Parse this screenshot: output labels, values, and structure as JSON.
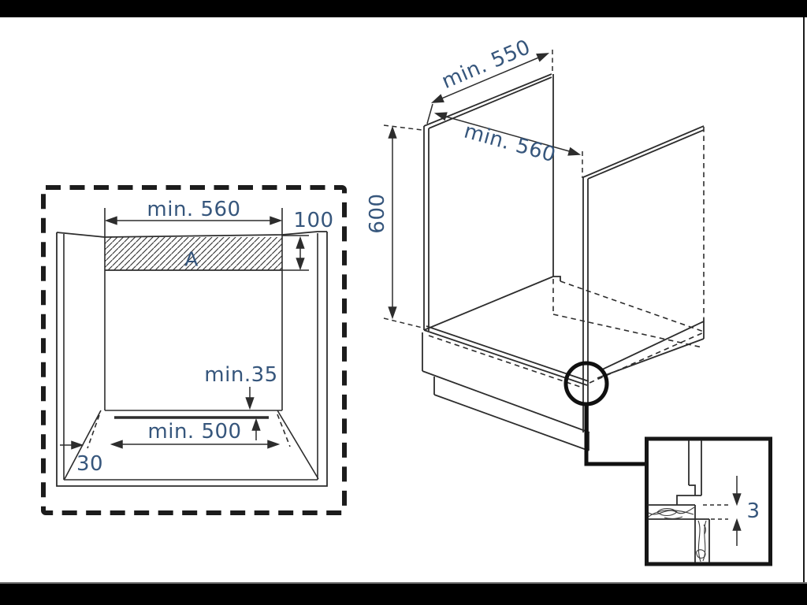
{
  "page": {
    "background": "#ffffff",
    "top_bar_color": "#000000",
    "bottom_bar_color": "#000000",
    "right_edge_line_color": "#1b1b1b"
  },
  "colors": {
    "drawing_line": "#2d2d2d",
    "dashed_frame": "#1c1c1c",
    "dimension_text": "#36567c"
  },
  "front_view": {
    "min_width_label": "min. 560",
    "vent_strip_height_label": "100",
    "vent_strip_area_label": "A",
    "rear_clearance_label": "min.35",
    "min_bottom_width_label": "min. 500",
    "plinth_recess_label": "30"
  },
  "iso_view": {
    "min_depth_label": "min. 550",
    "min_width_label": "min. 560",
    "side_height_label": "600"
  },
  "detail_inset": {
    "gap_label": "3"
  }
}
